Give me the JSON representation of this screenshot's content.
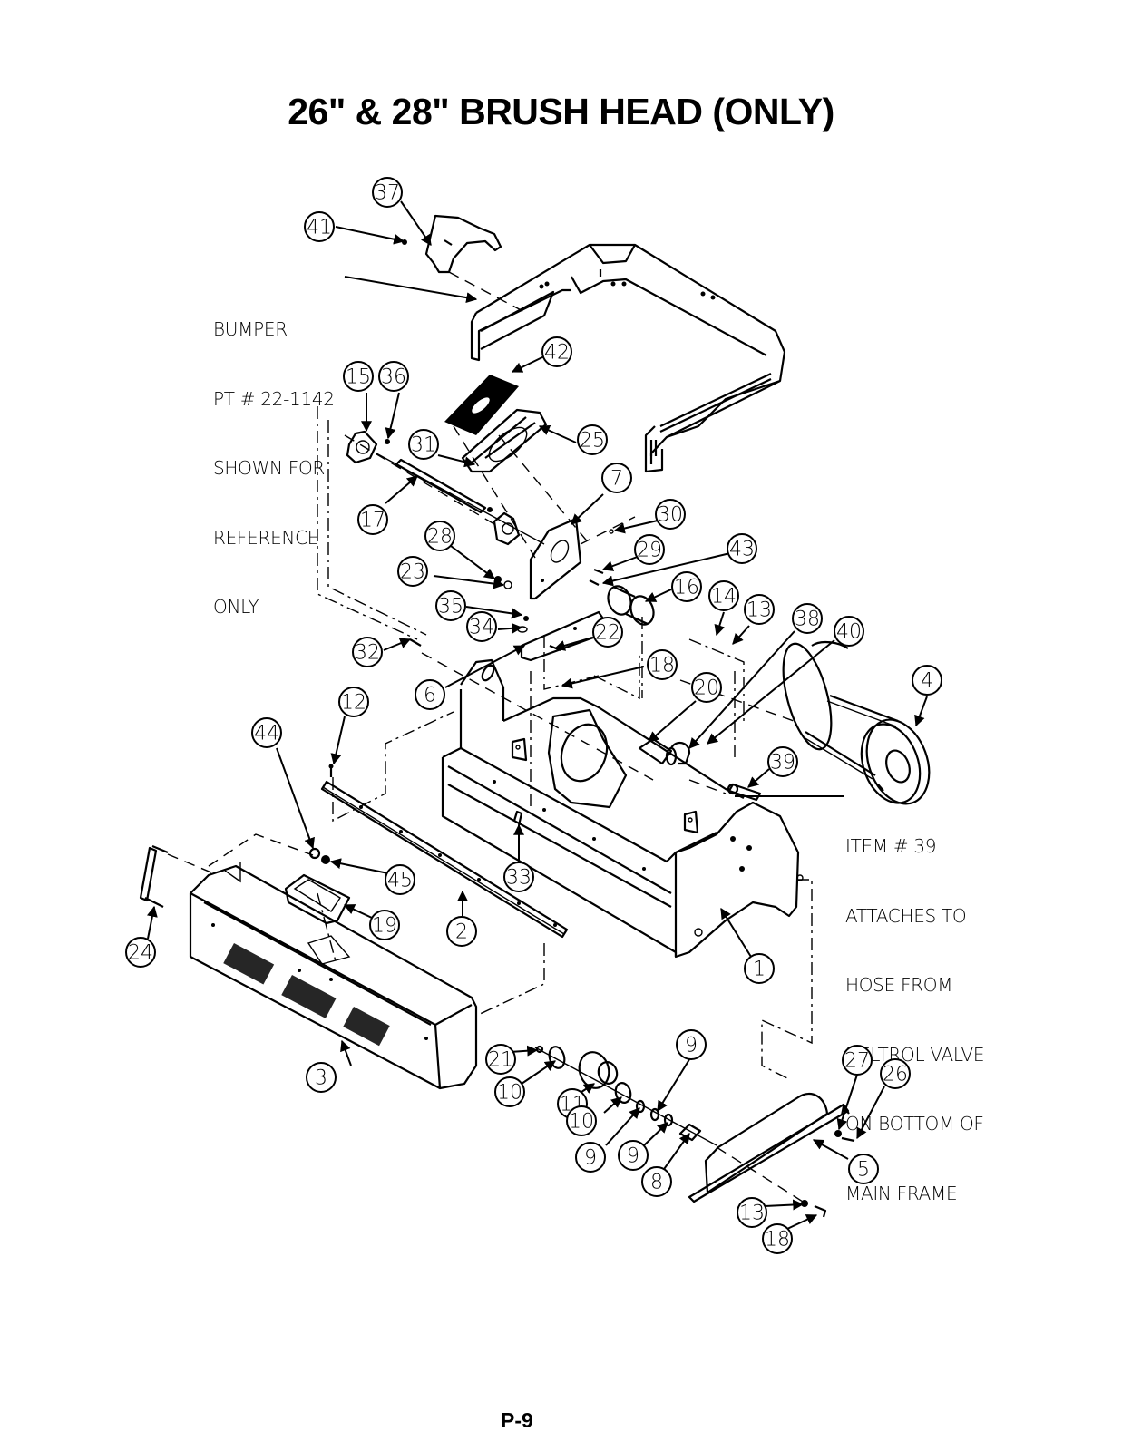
{
  "title": "26\" & 28\" BRUSH HEAD (ONLY)",
  "page_number": "P-9",
  "notes": {
    "bumper": [
      "BUMPER",
      "PT # 22-1142",
      "SHOWN FOR",
      "REFERENCE",
      "ONLY"
    ],
    "item39": [
      "ITEM # 39",
      "ATTACHES TO",
      "HOSE FROM",
      "DELTROL VALVE",
      "ON BOTTOM OF",
      "MAIN FRAME"
    ]
  },
  "callouts": [
    {
      "label": "37"
    },
    {
      "label": "41"
    },
    {
      "label": "42"
    },
    {
      "label": "15"
    },
    {
      "label": "36"
    },
    {
      "label": "31"
    },
    {
      "label": "25"
    },
    {
      "label": "17"
    },
    {
      "label": "7"
    },
    {
      "label": "30"
    },
    {
      "label": "28"
    },
    {
      "label": "29"
    },
    {
      "label": "43"
    },
    {
      "label": "23"
    },
    {
      "label": "16"
    },
    {
      "label": "35"
    },
    {
      "label": "14"
    },
    {
      "label": "13"
    },
    {
      "label": "38"
    },
    {
      "label": "40"
    },
    {
      "label": "34"
    },
    {
      "label": "22"
    },
    {
      "label": "32"
    },
    {
      "label": "18"
    },
    {
      "label": "6"
    },
    {
      "label": "20"
    },
    {
      "label": "4"
    },
    {
      "label": "12"
    },
    {
      "label": "44"
    },
    {
      "label": "39"
    },
    {
      "label": "45"
    },
    {
      "label": "33"
    },
    {
      "label": "19"
    },
    {
      "label": "2"
    },
    {
      "label": "24"
    },
    {
      "label": "1"
    },
    {
      "label": "9"
    },
    {
      "label": "21"
    },
    {
      "label": "27"
    },
    {
      "label": "26"
    },
    {
      "label": "3"
    },
    {
      "label": "10"
    },
    {
      "label": "11"
    },
    {
      "label": "10"
    },
    {
      "label": "9"
    },
    {
      "label": "9"
    },
    {
      "label": "8"
    },
    {
      "label": "5"
    },
    {
      "label": "13"
    },
    {
      "label": "18"
    }
  ]
}
